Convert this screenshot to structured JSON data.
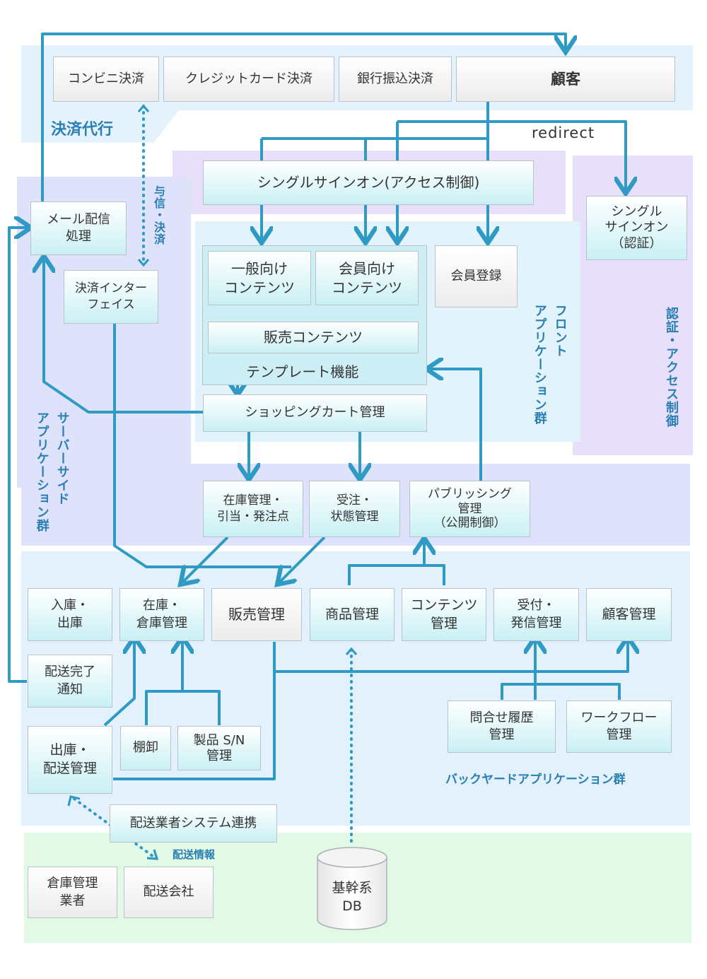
{
  "groups": {
    "payment": "決済代行",
    "auth": "認証・アクセス制御",
    "front": "フロント\nアプリケーション群",
    "server": "サーバーサイド\nアプリケーション群",
    "backyard": "バックヤードアプリケーション群"
  },
  "boxes": {
    "convenience": "コンビニ決済",
    "credit": "クレジットカード決済",
    "bank": "銀行振込決済",
    "customer": "顧客",
    "sso_access": "シングルサインオン(アクセス制御)",
    "sso_auth": "シングル\nサインオン\n（認証）",
    "mail": "メール配信\n処理",
    "payment_if": "決済インター\nフェイス",
    "general_content": "一般向け\nコンテンツ",
    "member_content": "会員向け\nコンテンツ",
    "member_reg": "会員登録",
    "sales_content": "販売コンテンツ",
    "template": "テンプレート機能",
    "cart": "ショッピングカート管理",
    "inventory_alloc": "在庫管理・\n引当・発注点",
    "order_status": "受注・\n状態管理",
    "publishing": "パブリッシング\n管理\n（公開制御）",
    "in_out": "入庫・\n出庫",
    "stock_warehouse": "在庫・\n倉庫管理",
    "sales_mgmt": "販売管理",
    "product_mgmt": "商品管理",
    "content_mgmt": "コンテンツ\n管理",
    "reception": "受付・\n発信管理",
    "customer_mgmt": "顧客管理",
    "delivery_done": "配送完了\n通知",
    "shipping": "出庫・\n配送管理",
    "stocktake": "棚卸",
    "serial": "製品 S/N\n管理",
    "inquiry": "問合せ履歴\n管理",
    "workflow": "ワークフロー\n管理",
    "carrier_link": "配送業者システム連携",
    "warehouse_vendor": "倉庫管理\n業者",
    "carrier": "配送会社",
    "db": "基幹系\nDB"
  },
  "labels": {
    "redirect": "redirect",
    "credit_payment": "与信・決済",
    "delivery_info": "配送情報"
  },
  "colors": {
    "connector": "#2f9bc4",
    "payment_bg": "#e4f3fb",
    "auth_bg": "#e8e0fa",
    "front_bg": "#e2f2fb",
    "server_bg": "#dfe2fb",
    "backyard_bg": "#e2f1fb",
    "external_bg": "#e2f9e6"
  }
}
